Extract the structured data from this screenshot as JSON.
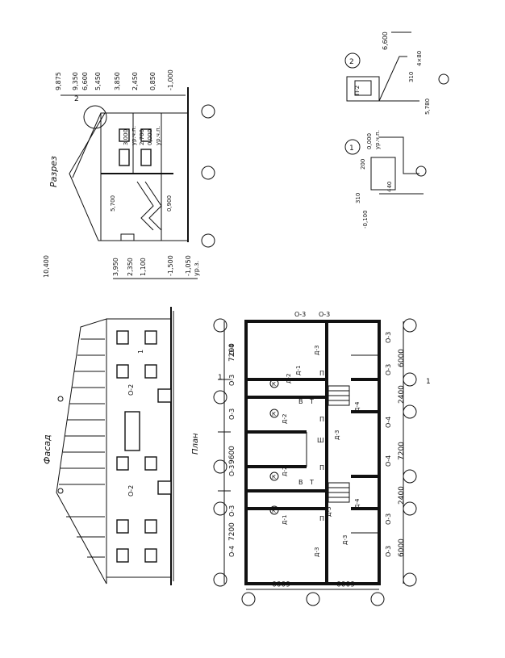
{
  "titles": {
    "facade": "Фасад",
    "plan": "План",
    "section": "Разрез"
  },
  "section": {
    "levels_top": [
      "9,875",
      "9,350",
      "6,600",
      "5,450",
      "3,850",
      "2,450",
      "0,850",
      "-1,000"
    ],
    "levels_bottom": [
      "3,950",
      "2,350",
      "1,100",
      "-1,500",
      "-1,050"
    ],
    "ground_mark_bottom": "ур.з.",
    "level_10400": "10,400",
    "inner_marks": [
      "3,000",
      "ур.ч.п.",
      "2,700",
      "0,000",
      "ур.ч.п."
    ],
    "stair_mark": "5,700",
    "stair_mark_2": "0,900",
    "callout": "2"
  },
  "details": {
    "node1": {
      "num": "1",
      "marks": [
        "0,000",
        "ур.ч.п.",
        "-0,100"
      ],
      "dims": [
        "200",
        "440",
        "310"
      ]
    },
    "node2": {
      "num": "2",
      "marks": [
        "6,600"
      ],
      "dims": [
        "4×80",
        "310",
        "5,780"
      ],
      "label": "П-2"
    }
  },
  "facade": {
    "labels": [
      "О-2",
      "О-2"
    ],
    "cut_mark": "1"
  },
  "plan": {
    "dims_top": [
      "7200",
      "9600",
      "7200"
    ],
    "dims_bottom": [
      "6000",
      "2400",
      "7200",
      "2400",
      "6000"
    ],
    "dims_side": [
      "6000",
      "6000"
    ],
    "window_marks": [
      "О-4",
      "О-3",
      "О-3",
      "О-3",
      "О-3",
      "О-4",
      "О-3",
      "О-4",
      "О-4",
      "О-3",
      "О-3",
      "О-3",
      "О-3"
    ],
    "door_marks": [
      "Д-1",
      "Д-2",
      "Д-3",
      "Д-4",
      "Д-5"
    ],
    "room_marks": [
      "В",
      "Т",
      "П",
      "Ш",
      "К"
    ],
    "cut_mark": "1"
  }
}
